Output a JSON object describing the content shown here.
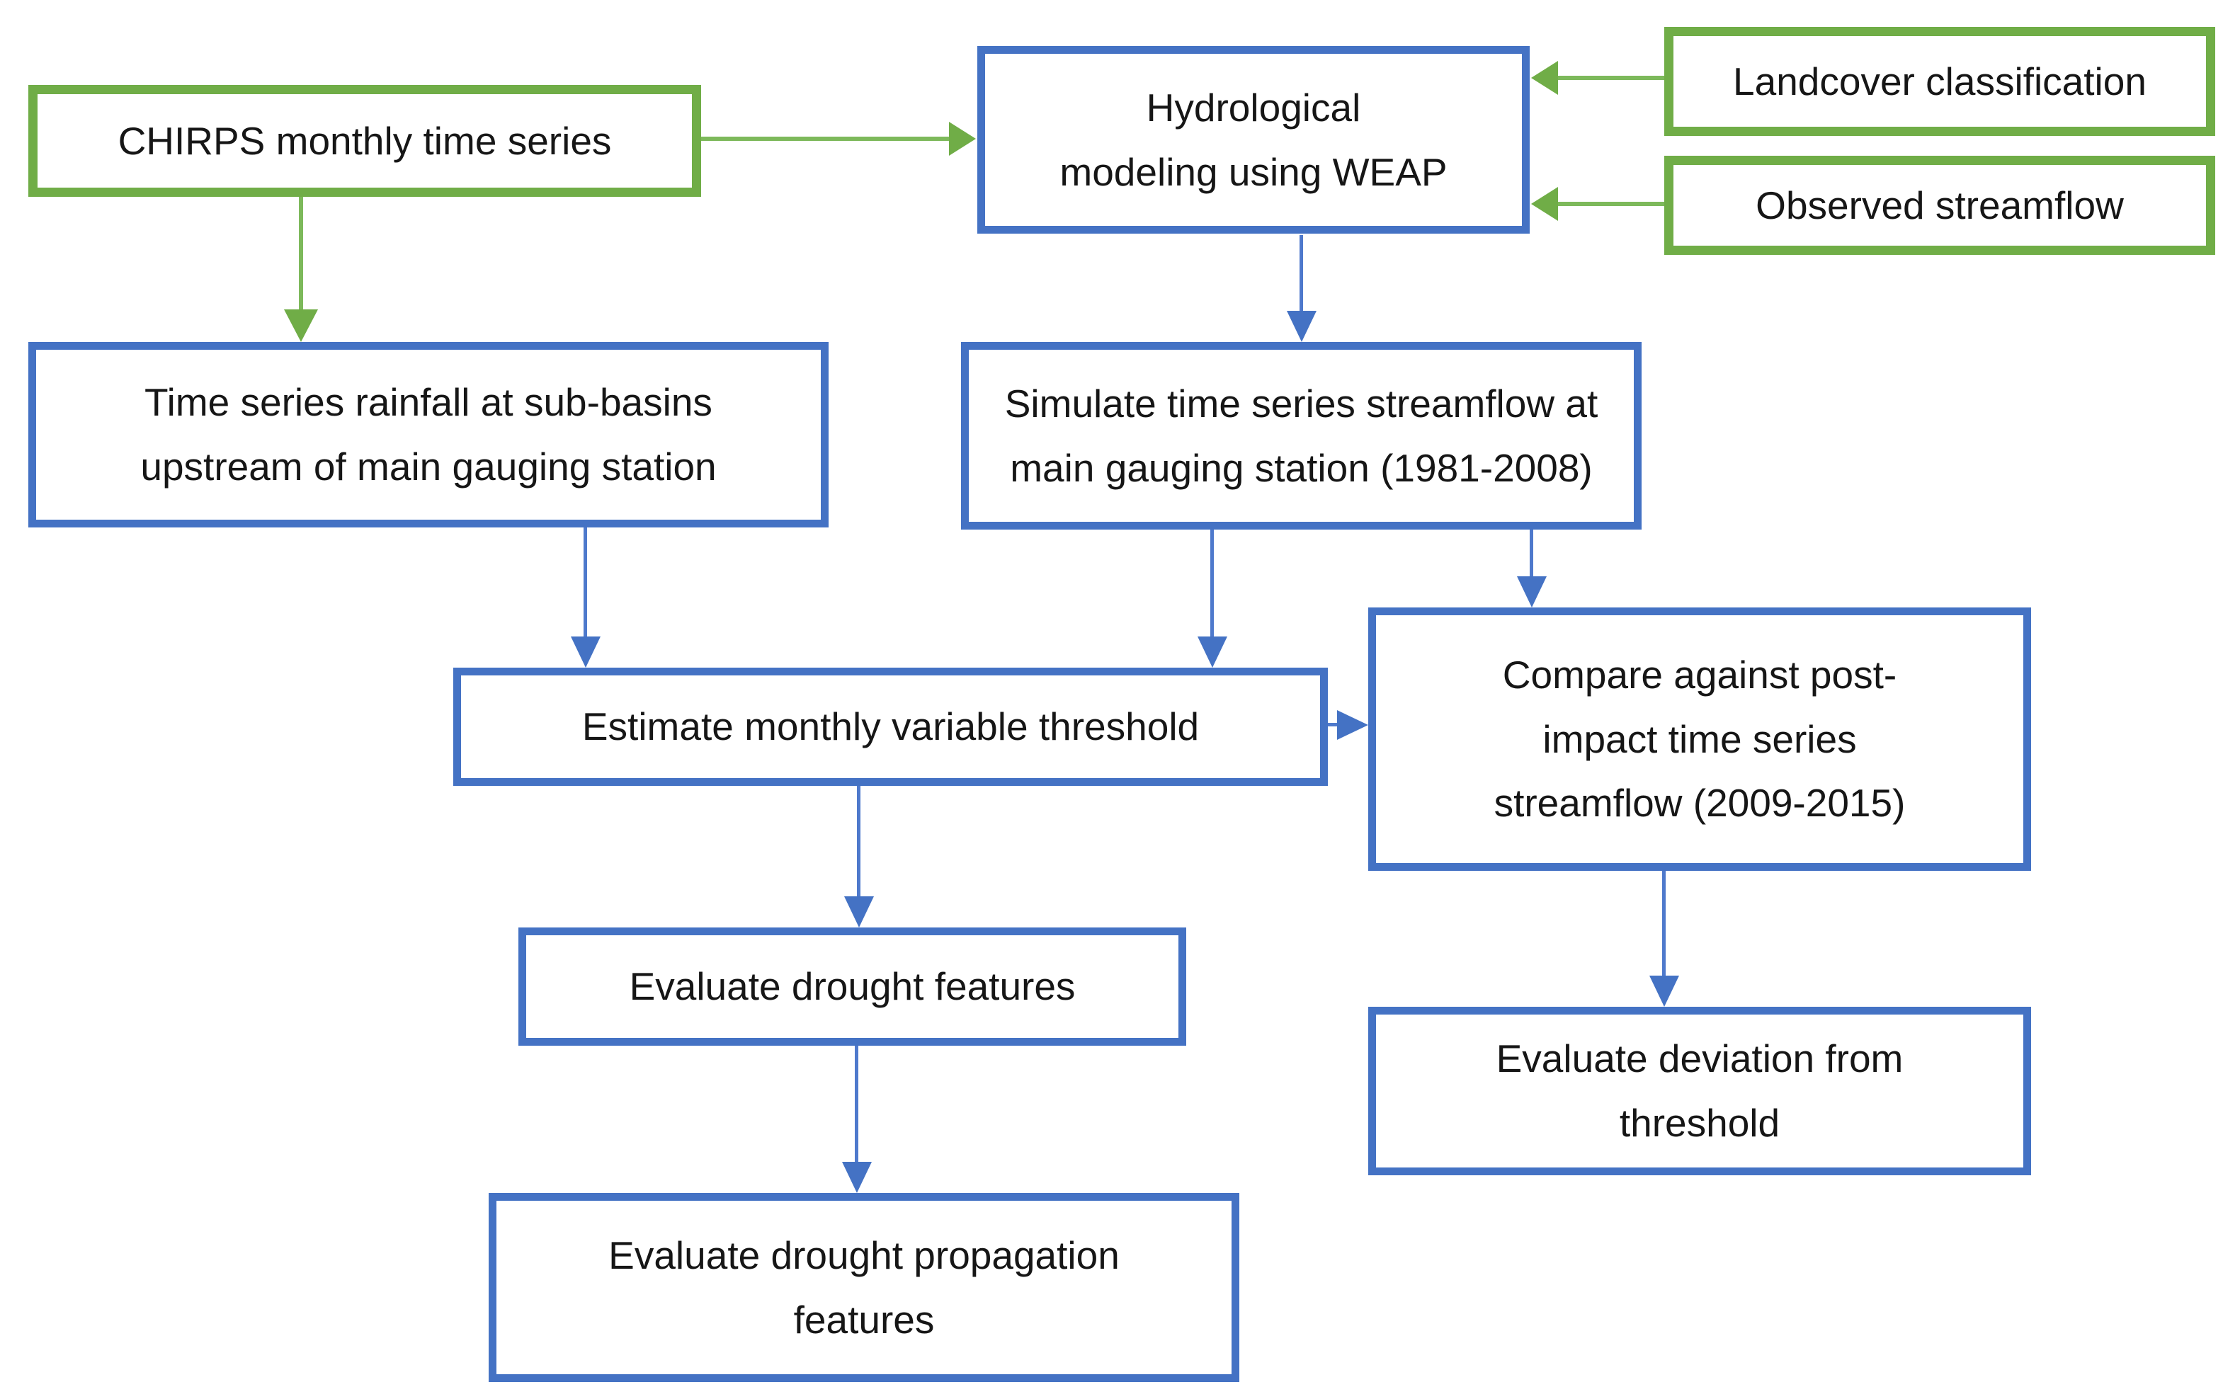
{
  "diagram_type": "flowchart",
  "colors": {
    "input_node_border_green": "#70AD47",
    "process_node_border_blue": "#4472C4",
    "green_connector_line": "#7DB95B",
    "green_arrowhead": "#70AD47",
    "blue_connector_line": "#4E79CC",
    "blue_arrowhead": "#4472C4",
    "text": "#161616",
    "background": "#FFFFFF"
  },
  "nodes": {
    "chirps": {
      "label": "CHIRPS monthly time series",
      "style": "green"
    },
    "hydro": {
      "label": "Hydrological\nmodeling using WEAP",
      "style": "blue"
    },
    "landcover": {
      "label": "Landcover classification",
      "style": "green"
    },
    "observed": {
      "label": "Observed streamflow",
      "style": "green"
    },
    "rainfall": {
      "label": "Time series rainfall at sub-basins\nupstream of main gauging station",
      "style": "blue"
    },
    "simulate": {
      "label": "Simulate time series streamflow at\nmain gauging station (1981-2008)",
      "style": "blue"
    },
    "threshold": {
      "label": "Estimate monthly variable threshold",
      "style": "blue"
    },
    "compare": {
      "label": "Compare against post-\nimpact time series\nstreamflow (2009-2015)",
      "style": "blue"
    },
    "features": {
      "label": "Evaluate drought features",
      "style": "blue"
    },
    "deviation": {
      "label": "Evaluate deviation from\nthreshold",
      "style": "blue"
    },
    "propagation": {
      "label": "Evaluate drought propagation\nfeatures",
      "style": "blue"
    }
  },
  "edges": [
    {
      "from": "chirps",
      "to": "hydro",
      "color": "green",
      "direction": "right"
    },
    {
      "from": "chirps",
      "to": "rainfall",
      "color": "green",
      "direction": "down"
    },
    {
      "from": "landcover",
      "to": "hydro",
      "color": "green",
      "direction": "left"
    },
    {
      "from": "observed",
      "to": "hydro",
      "color": "green",
      "direction": "left"
    },
    {
      "from": "hydro",
      "to": "simulate",
      "color": "blue",
      "direction": "down"
    },
    {
      "from": "rainfall",
      "to": "threshold",
      "color": "blue",
      "direction": "down"
    },
    {
      "from": "simulate",
      "to": "threshold",
      "color": "blue",
      "direction": "down"
    },
    {
      "from": "simulate",
      "to": "compare",
      "color": "blue",
      "direction": "down"
    },
    {
      "from": "threshold",
      "to": "compare",
      "color": "blue",
      "direction": "right"
    },
    {
      "from": "threshold",
      "to": "features",
      "color": "blue",
      "direction": "down"
    },
    {
      "from": "compare",
      "to": "deviation",
      "color": "blue",
      "direction": "down"
    },
    {
      "from": "features",
      "to": "propagation",
      "color": "blue",
      "direction": "down"
    }
  ]
}
